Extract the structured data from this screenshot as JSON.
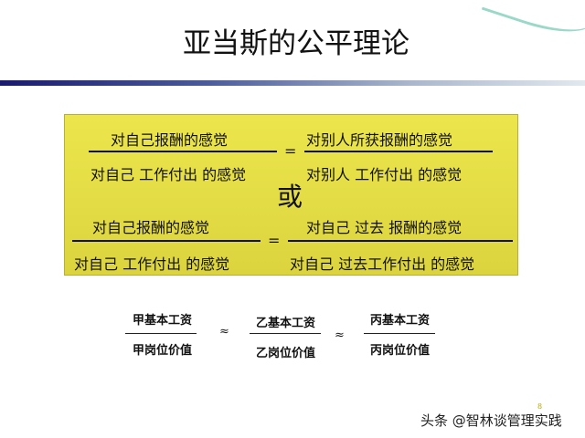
{
  "title": "亚当斯的公平理论",
  "box": {
    "f1": {
      "num": "对自己报酬的感觉",
      "den": "对自己 工作付出 的感觉"
    },
    "f2": {
      "num": "对别人所获报酬的感觉",
      "den": "对别人 工作付出 的感觉"
    },
    "eq": "=",
    "or": "或",
    "f3": {
      "num": "对自己报酬的感觉",
      "den": "对自己 工作付出 的感觉"
    },
    "f4": {
      "num": "对自己 过去 报酬的感觉",
      "den": "对自己 过去工作付出 的感觉"
    }
  },
  "ratios": [
    {
      "num": "甲基本工资",
      "den": "甲岗位价值"
    },
    {
      "num": "乙基本工资",
      "den": "乙岗位价值"
    },
    {
      "num": "丙基本工资",
      "den": "丙岗位价值"
    }
  ],
  "approx": "≈",
  "watermark": "头条 @智林谈管理实践",
  "page_number": "8"
}
